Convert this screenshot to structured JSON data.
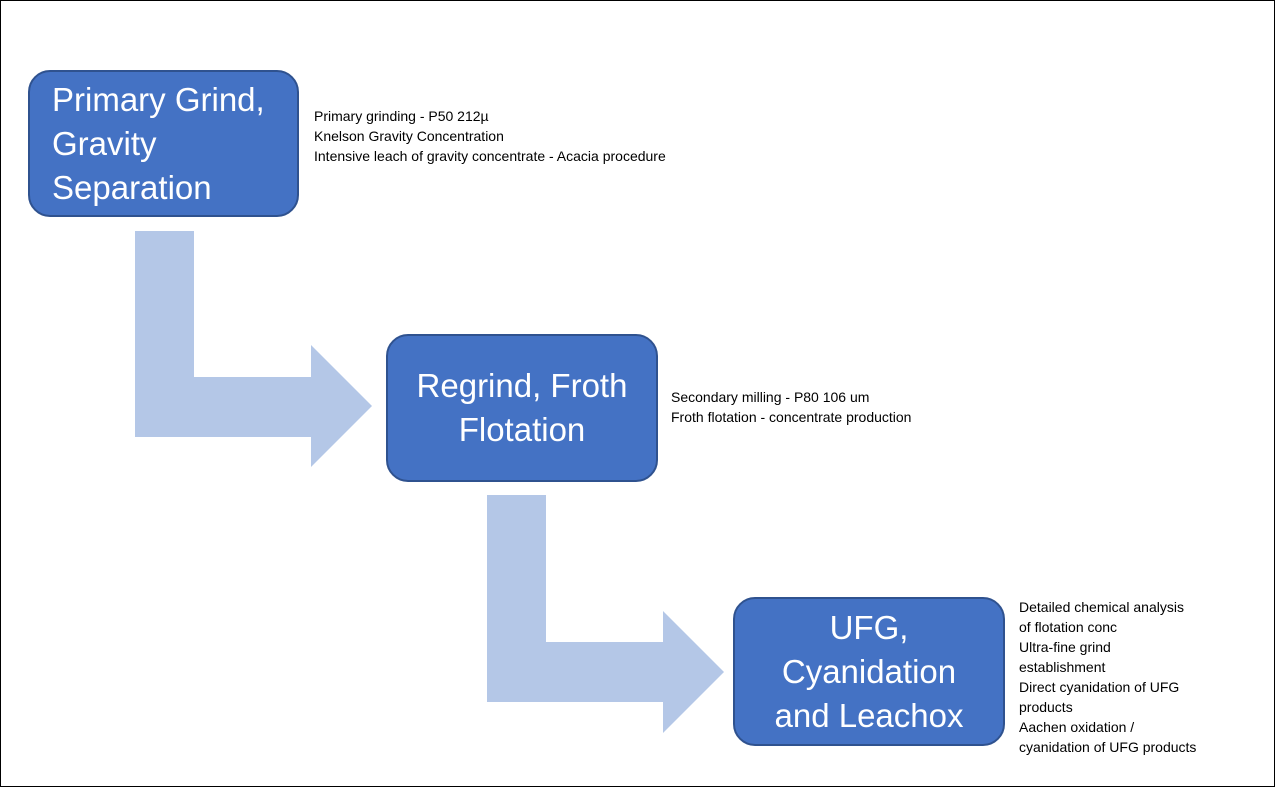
{
  "colors": {
    "box_fill": "#4472c4",
    "box_border": "#2f528f",
    "box_text": "#ffffff",
    "arrow_fill": "#b4c7e7",
    "note_text": "#000000"
  },
  "stages": [
    {
      "title_lines": [
        "Primary Grind,",
        "Gravity",
        "Separation"
      ],
      "notes": [
        "Primary grinding - P50 212µ",
        "Knelson Gravity Concentration",
        "Intensive leach of gravity concentrate - Acacia procedure"
      ]
    },
    {
      "title_lines": [
        "Regrind, Froth",
        "Flotation"
      ],
      "notes": [
        "Secondary milling - P80 106 um",
        "Froth flotation - concentrate production"
      ]
    },
    {
      "title_lines": [
        "UFG,",
        "Cyanidation",
        "and Leachox"
      ],
      "notes": [
        "Detailed chemical analysis",
        "of flotation conc",
        "Ultra-fine grind",
        "establishment",
        "Direct cyanidation of UFG",
        "products",
        "Aachen oxidation /",
        "cyanidation of UFG products"
      ]
    }
  ]
}
